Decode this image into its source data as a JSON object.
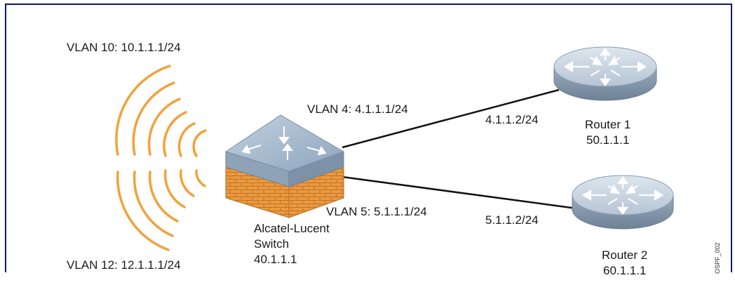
{
  "diagram": {
    "vlans": {
      "vlan10": "VLAN 10: 10.1.1.1/24",
      "vlan12": "VLAN 12: 12.1.1.1/24",
      "vlan4": "VLAN 4: 4.1.1.1/24",
      "vlan5": "VLAN 5: 5.1.1.1/24"
    },
    "links": {
      "router1_ip": "4.1.1.2/24",
      "router2_ip": "5.1.1.2/24"
    },
    "switch": {
      "line1": "Alcatel-Lucent",
      "line2": "Switch",
      "line3": "40.1.1.1"
    },
    "router1": {
      "name": "Router 1",
      "id": "50.1.1.1"
    },
    "router2": {
      "name": "Router 2",
      "id": "60.1.1.1"
    },
    "figure_code": "OSPF_002",
    "colors": {
      "frame": "#0a1a6e",
      "wireless": "#f2a23a",
      "router_top": "#c7d3e0",
      "router_side": "#8a9cb0",
      "switch_top": "#9fb3c8",
      "brick": "#e89a3c",
      "link": "#111111"
    }
  }
}
